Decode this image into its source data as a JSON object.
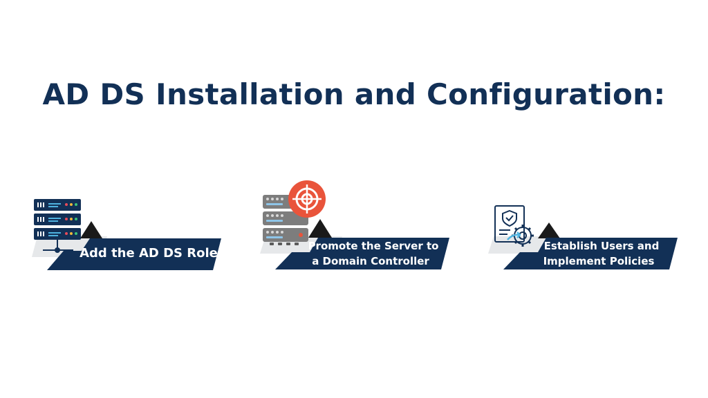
{
  "title": "AD DS Installation and Configuration:",
  "steps": [
    {
      "label": "Add the AD DS Role",
      "icon": "server-stack-icon"
    },
    {
      "label_line1": "Promote the Server to",
      "label_line2": "a Domain Controller",
      "icon": "server-target-icon"
    },
    {
      "label_line1": "Establish Users and",
      "label_line2": "Implement Policies",
      "icon": "policy-gear-icon"
    }
  ],
  "colors": {
    "navy": "#123056",
    "orange": "#e9543b",
    "gray": "#7d7d7d",
    "light_gray": "#e6e8ea",
    "cyan": "#4fb3e0"
  }
}
